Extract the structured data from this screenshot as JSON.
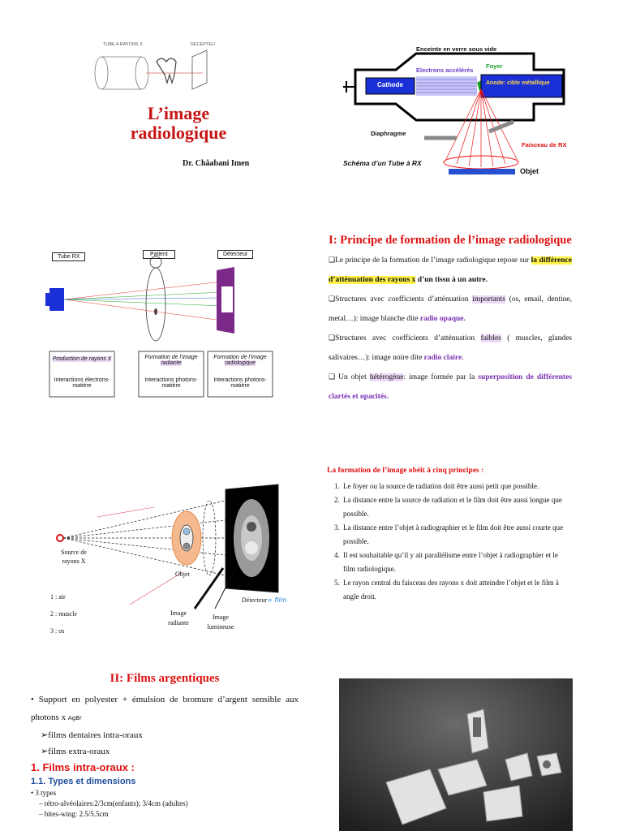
{
  "slide1": {
    "label_tube": "TUBE A RAYONS X",
    "label_recepteur": "RECEPTEU",
    "title_line1": "L’image",
    "title_line2": "radiologique",
    "author": "Dr. Châabani Imen"
  },
  "slide2": {
    "enceinte": "Enceinte en verre sous vide",
    "electrons": "Electrons accélérés",
    "foyer": "Foyer",
    "cathode": "Cathode",
    "anode": "Anode: cible métallique",
    "diaphragme": "Diaphragme",
    "faisceau": "Faisceau de RX",
    "caption": "Schéma d’un Tube à RX",
    "objet": "Objet"
  },
  "slide3": {
    "tube": "Tube RX",
    "patient": "Patient",
    "detecteur": "Détecteur",
    "box1_title": "Production de rayons X",
    "box1_text": "Interactions électrons-matière",
    "box2_title_a": "Formation de l’image ",
    "box2_title_b": "radiante",
    "box2_text": "Interactions photons-matière",
    "box3_title_a": "Formation de l’image ",
    "box3_title_b": "radiologique",
    "box3_text": "Interactions photons-matière"
  },
  "slide4": {
    "title": "I: Principe de formation de l’image radiologique",
    "p1_a": "Le principe de la formation de l’image radiologique repose sur ",
    "p1_b": "la différence d’atténuation des rayons x",
    "p1_c": " d’un tissu à un autre.",
    "p2_a": "Structures avec coefficients d’atténuation ",
    "p2_b": "importants",
    "p2_c": " (os, email, dentine, metal…): image blanche dite ",
    "p2_d": "radio opaque.",
    "p3_a": "Structures avec coefficients d’atténuation ",
    "p3_b": "faibles",
    "p3_c": " ( muscles, glandes salivaires…): image noire dite ",
    "p3_d": "radio claire.",
    "p4_a": " Un objet ",
    "p4_b": "hétérogène",
    "p4_c": ": image formée par la ",
    "p4_d": "superposition de différentes clartés et opacités."
  },
  "slide5": {
    "source": "Source de rayons X",
    "objet": "Objet",
    "detecteur": "Détecteur",
    "film_note": "= film",
    "image_radiante": "Image radiante",
    "image_lumineuse": "Image lumineuse",
    "legend1": "1 : air",
    "legend2": "2 : muscle",
    "legend3": "3 : os"
  },
  "slide6": {
    "intro": "La formation de l’image obéit à cinq principes :",
    "items": [
      "Le foyer ou la source de radiation doit être aussi petit que possible.",
      "La distance entre la source de radiation et le film doit être aussi longue que possible.",
      "La distance entre l’objet à radiographier et le film doit être aussi courte que possible.",
      "Il est souhaitable qu’il y ait parallélisme entre l’objet à radiographier et le film radiologique.",
      "Le rayon central du faisceau des rayons x doit atteindre l’objet et le film à angle droit."
    ]
  },
  "slide7": {
    "title": "II: Films argentiques",
    "bullet": "Support en polyester + émulsion de bromure d’argent sensible aux photons x",
    "note": "AgBr",
    "sub1": "films dentaires intra-oraux",
    "sub2": "films extra-oraux",
    "h1": "1. Films intra-oraux :",
    "h2": "1.1. Types et dimensions",
    "types": "3 types",
    "t1": "– rétro-alvéolaires:2/3cm(enfants); 3/4cm (adultes)",
    "t2": "– bites-wing: 2.5/5.5cm"
  },
  "colors": {
    "title_red": "#d11111",
    "purple": "#7a2fb3",
    "highlight_yellow": "#fff34a",
    "detector_purple": "#7b2a8a",
    "cathode_blue": "#1a2fd6"
  }
}
